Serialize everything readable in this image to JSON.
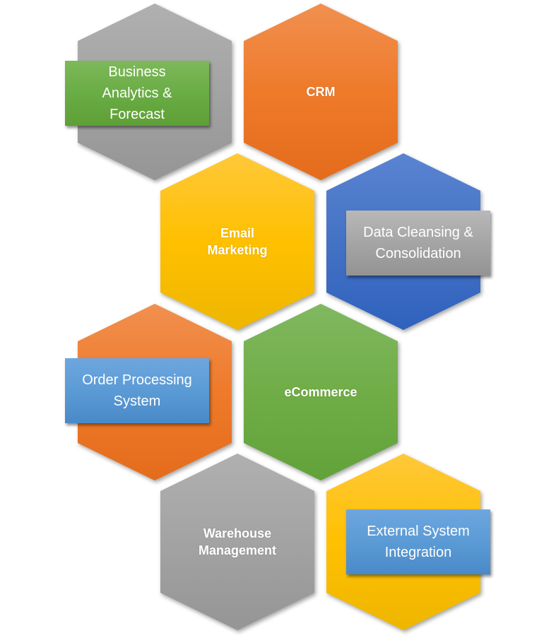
{
  "diagram": {
    "type": "hexagon-cluster",
    "colors": {
      "gray": "#a5a5a5",
      "orange": "#ed7d31",
      "yellow": "#ffc000",
      "blue": "#4472c4",
      "green": "#70ad47",
      "light_blue": "#5b9bd5"
    },
    "hexagons": [
      {
        "id": "business-analytics",
        "color": "gray",
        "label": "",
        "callout": "Business Analytics & Forecast",
        "callout_color": "green"
      },
      {
        "id": "crm",
        "color": "orange",
        "label": "CRM"
      },
      {
        "id": "email-marketing",
        "color": "yellow",
        "label": "Email Marketing"
      },
      {
        "id": "data-cleansing",
        "color": "blue",
        "label": "",
        "callout": "Data Cleansing & Consolidation",
        "callout_color": "gray"
      },
      {
        "id": "order-processing",
        "color": "orange",
        "label": "",
        "callout": "Order Processing System",
        "callout_color": "light_blue"
      },
      {
        "id": "ecommerce",
        "color": "green",
        "label": "eCommerce"
      },
      {
        "id": "warehouse",
        "color": "gray",
        "label": "Warehouse Management"
      },
      {
        "id": "external-system",
        "color": "yellow",
        "label": "",
        "callout": "External System Integration",
        "callout_color": "light_blue"
      }
    ],
    "labels": {
      "business_line1": "Business",
      "business_line2": "Analytics &",
      "business_line3": "Forecast",
      "crm": "CRM",
      "email_line1": "Email",
      "email_line2": "Marketing",
      "data_line1": "Data Cleansing &",
      "data_line2": "Consolidation",
      "order_line1": "Order Processing",
      "order_line2": "System",
      "ecommerce": "eCommerce",
      "warehouse_line1": "Warehouse",
      "warehouse_line2": "Management",
      "external_line1": "External System",
      "external_line2": "Integration"
    }
  }
}
